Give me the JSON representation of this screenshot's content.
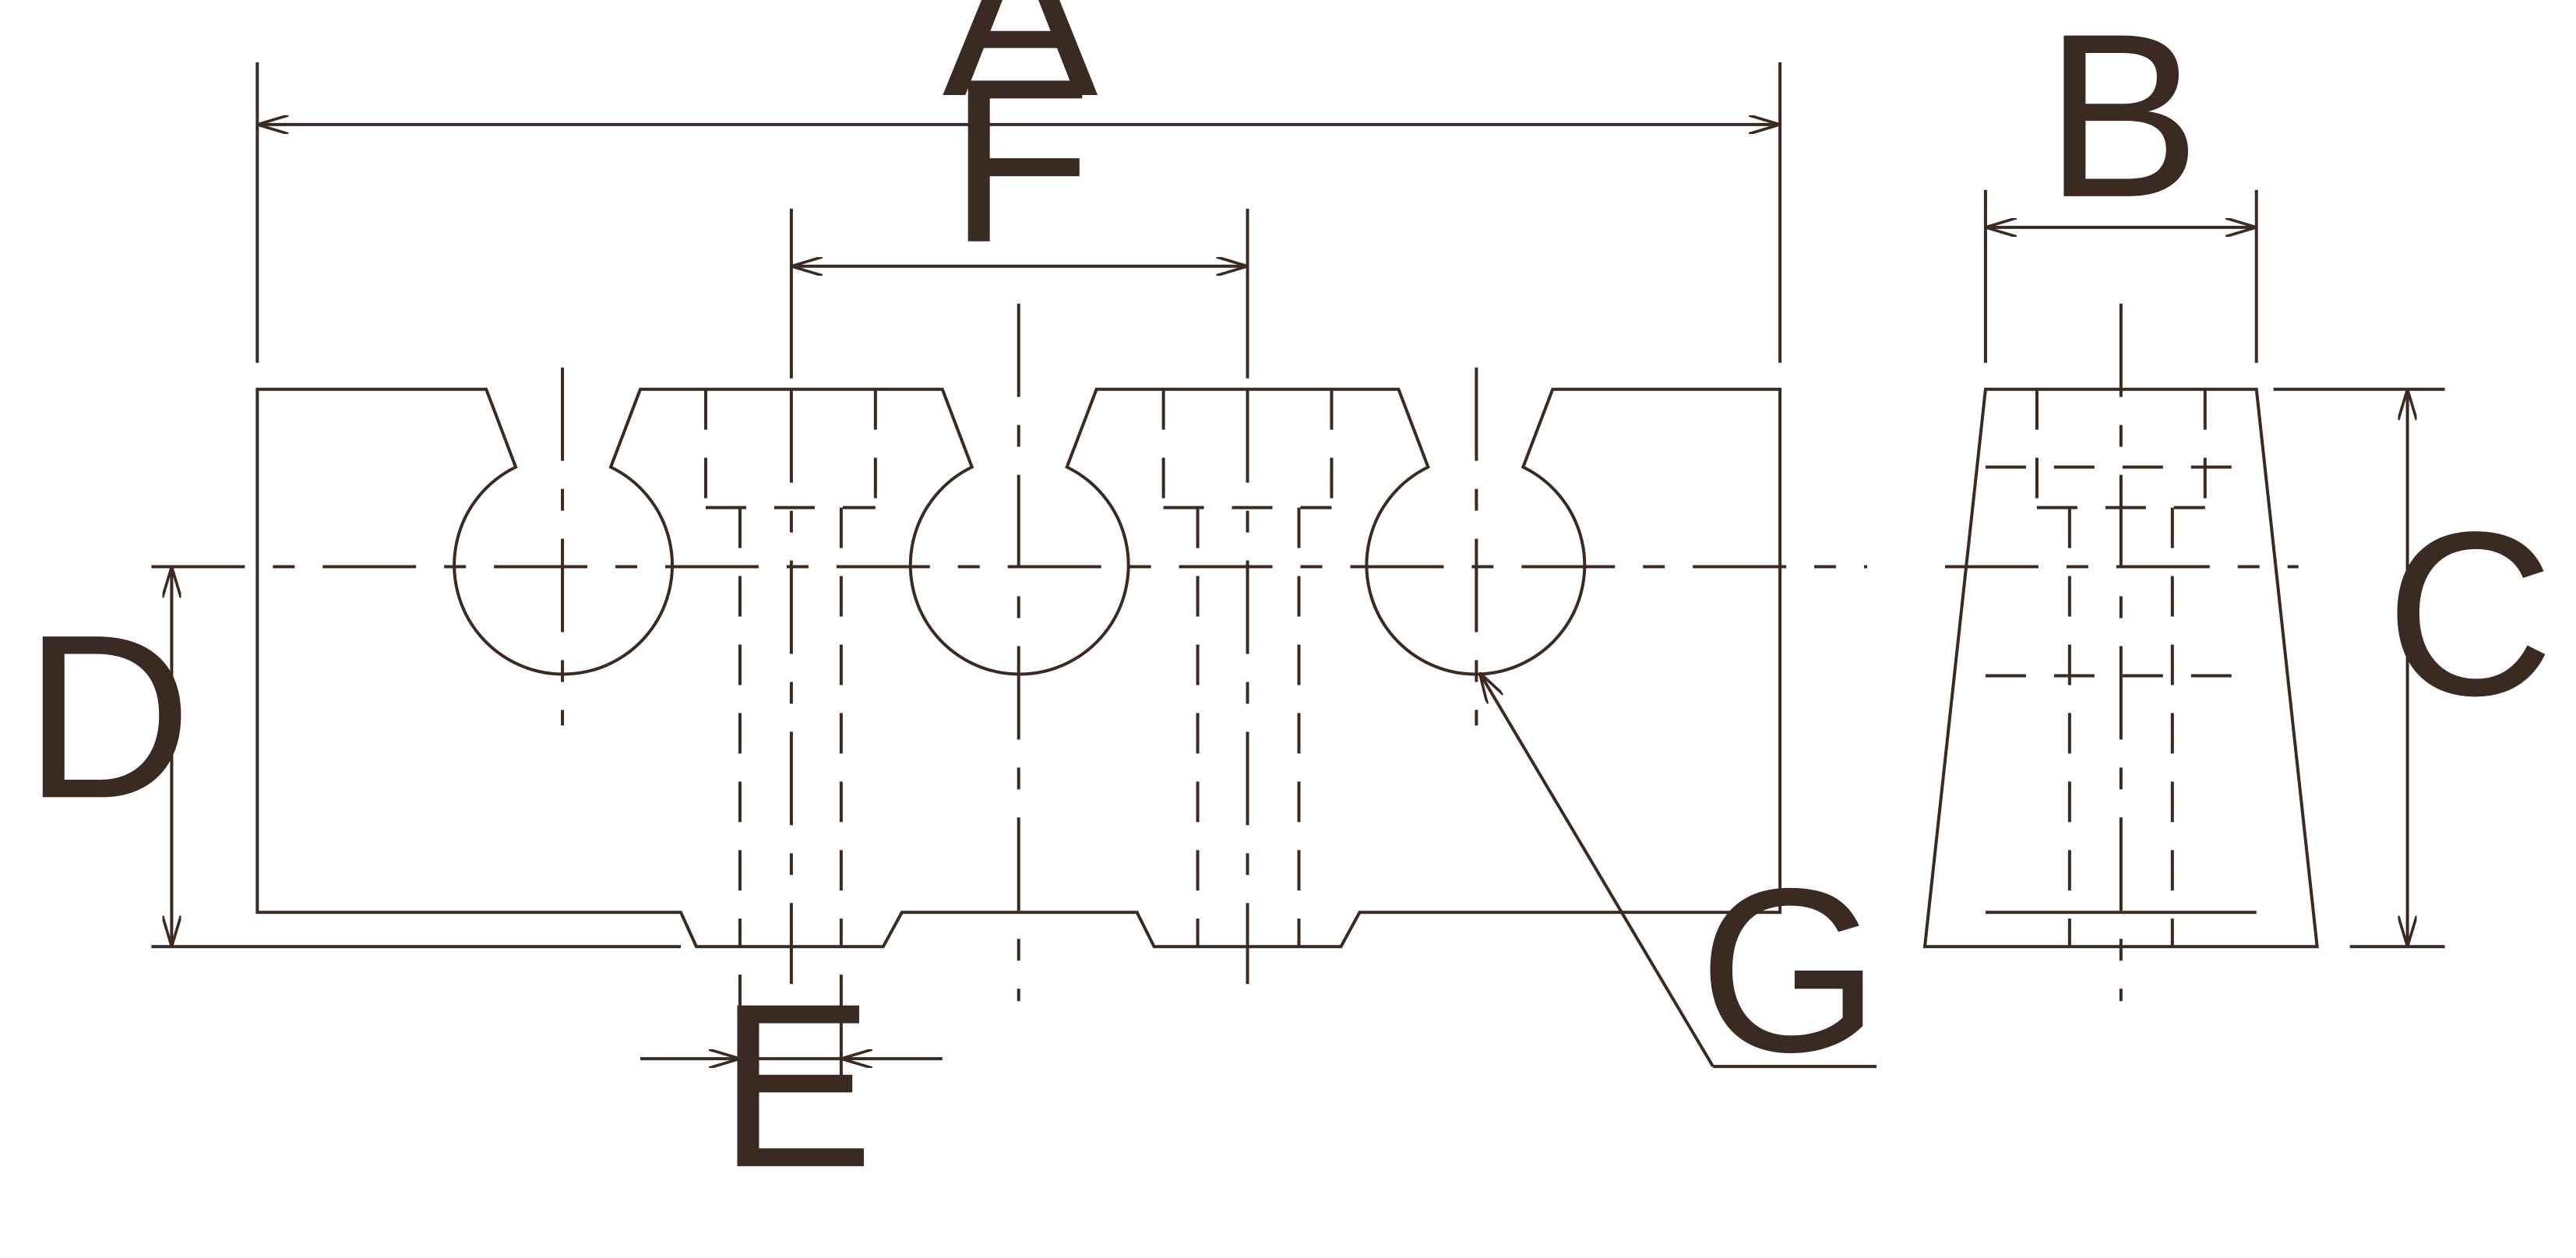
{
  "colors": {
    "line": "#3a2a22",
    "background": "#ffffff"
  },
  "labels": {
    "A": "A",
    "B": "B",
    "C": "C",
    "D": "D",
    "E": "E",
    "F": "F",
    "G": "G"
  }
}
